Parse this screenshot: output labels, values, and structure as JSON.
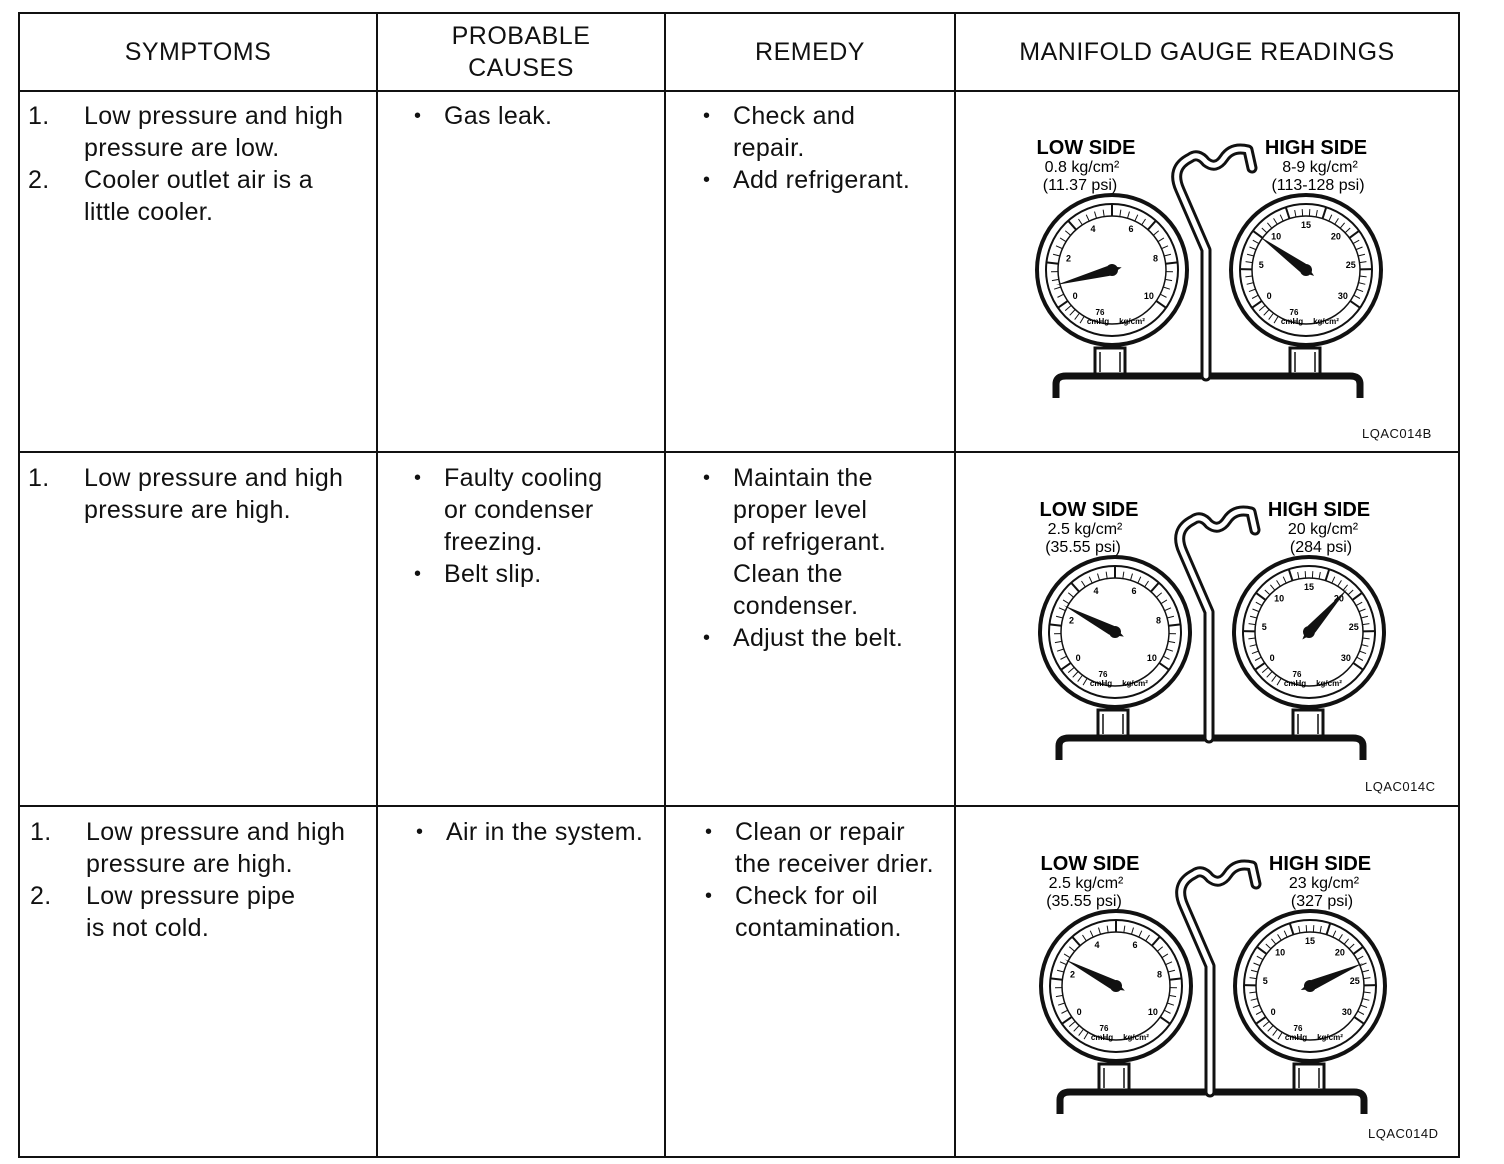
{
  "headers": {
    "symptoms": "SYMPTOMS",
    "causes": "PROBABLE\nCAUSES",
    "remedy": "REMEDY",
    "readings": "MANIFOLD GAUGE READINGS"
  },
  "rows": [
    {
      "symptoms": [
        {
          "num": "1.",
          "text": "Low pressure and high\npressure are low."
        },
        {
          "num": "2.",
          "text": "Cooler outlet air is a\nlittle cooler."
        }
      ],
      "causes": [
        {
          "bullet": "•",
          "text": "Gas leak."
        }
      ],
      "remedy": [
        {
          "bullet": "•",
          "text": "Check and\nrepair."
        },
        {
          "bullet": "•",
          "text": "Add refrigerant."
        }
      ],
      "gauge": {
        "low_title": "LOW SIDE",
        "low_value": "0.8 kg/cm²",
        "low_psi": "(11.37 psi)",
        "high_title": "HIGH SIDE",
        "high_value": "8-9 kg/cm²",
        "high_psi": "(113-128 psi)",
        "low_reading_kgcm2": 0.8,
        "high_reading_kgcm2": 8.5,
        "code": "LQAC014B"
      }
    },
    {
      "symptoms": [
        {
          "num": "1.",
          "text": "Low pressure and high\npressure are high."
        }
      ],
      "causes": [
        {
          "bullet": "•",
          "text": "Faulty cooling\nor condenser\nfreezing."
        },
        {
          "bullet": "•",
          "text": "Belt slip."
        }
      ],
      "remedy": [
        {
          "bullet": "•",
          "text": "Maintain the\nproper level\nof refrigerant.\nClean the\ncondenser."
        },
        {
          "bullet": "•",
          "text": "Adjust the belt."
        }
      ],
      "gauge": {
        "low_title": "LOW SIDE",
        "low_value": "2.5 kg/cm²",
        "low_psi": "(35.55 psi)",
        "high_title": "HIGH SIDE",
        "high_value": "20 kg/cm²",
        "high_psi": "(284 psi)",
        "low_reading_kgcm2": 2.5,
        "high_reading_kgcm2": 20,
        "code": "LQAC014C"
      }
    },
    {
      "symptoms": [
        {
          "num": "1.",
          "text": "Low pressure and high\npressure are high."
        },
        {
          "num": "2.",
          "text": "Low pressure pipe\nis not cold."
        }
      ],
      "causes": [
        {
          "bullet": "•",
          "text": "Air in the system."
        }
      ],
      "remedy": [
        {
          "bullet": "•",
          "text": "Clean or repair\nthe receiver drier."
        },
        {
          "bullet": "•",
          "text": "Check for oil\ncontamination."
        }
      ],
      "gauge": {
        "low_title": "LOW SIDE",
        "low_value": "2.5 kg/cm²",
        "low_psi": "(35.55 psi)",
        "high_title": "HIGH SIDE",
        "high_value": "23 kg/cm²",
        "high_psi": "(327 psi)",
        "low_reading_kgcm2": 2.5,
        "high_reading_kgcm2": 23,
        "code": "LQAC014D"
      }
    }
  ],
  "gauge_scale": {
    "low_ticks": [
      "0",
      "2",
      "4",
      "6",
      "8",
      "10"
    ],
    "low_max": 10,
    "high_ticks": [
      "0",
      "5",
      "10",
      "15",
      "20",
      "25",
      "30"
    ],
    "high_max": 30,
    "vacuum_label": "76\ncmHg",
    "unit_label": "kg/cm²"
  }
}
